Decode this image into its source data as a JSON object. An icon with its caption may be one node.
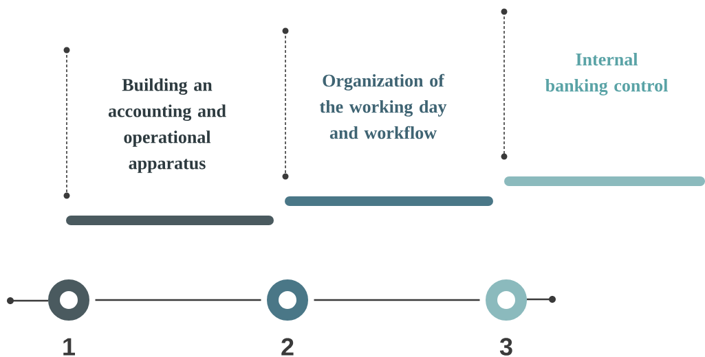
{
  "diagram": {
    "nodes": [
      {
        "text": [
          "Building an accounting and operational apparatus"
        ]
      },
      {
        "text": [
          "Organization of the working day and workflow"
        ]
      },
      {
        "text": [
          "Internal banking control"
        ]
      },
      {
        "text": [],
        "shape": "circle"
      },
      {
        "text": [],
        "shape": "circle"
      },
      {
        "text": [],
        "shape": "circle"
      }
    ],
    "edges": [
      {
        "from": 3,
        "to": 4,
        "arrow": "none"
      },
      {
        "from": 4,
        "to": 5,
        "arrow": "none"
      }
    ],
    "labels": [
      "1",
      "2",
      "3"
    ]
  }
}
